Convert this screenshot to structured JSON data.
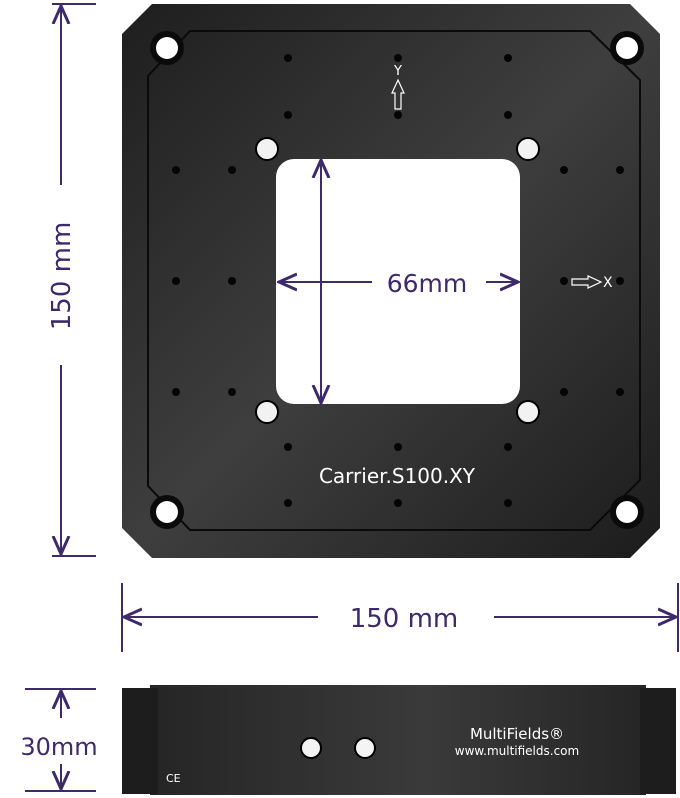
{
  "plate_label": "Carrier.S100.XY",
  "window_dim": "66mm",
  "height_dim": "150 mm",
  "width_dim": "150 mm",
  "thickness_dim": "30mm",
  "axis_y": "Y",
  "axis_x": "X",
  "brand": "MultiFields®",
  "website": "www.multifields.com",
  "ce_mark": "CE",
  "colors": {
    "dimension": "#3d2a6b",
    "plate": "#2a2a2a"
  }
}
